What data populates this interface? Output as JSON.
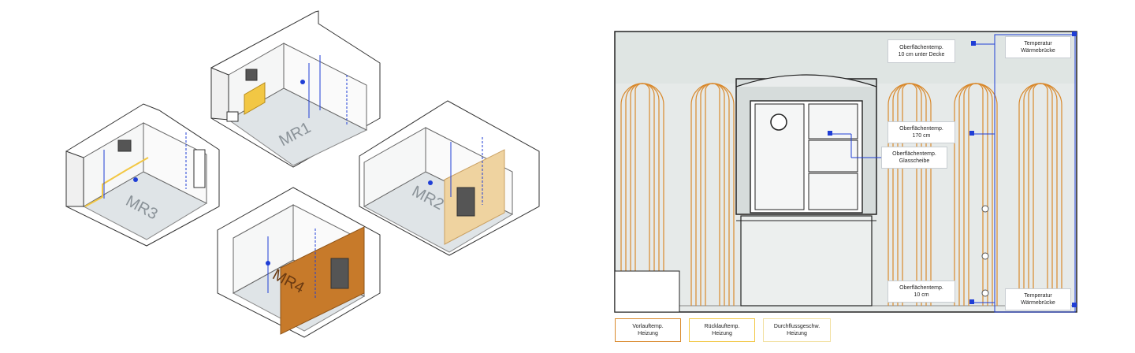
{
  "rooms": [
    {
      "id": "MR1",
      "label": "MR1"
    },
    {
      "id": "MR2",
      "label": "MR2"
    },
    {
      "id": "MR3",
      "label": "MR3"
    },
    {
      "id": "MR4",
      "label": "MR4"
    }
  ],
  "elevation": {
    "sensor_labels": {
      "ceiling": [
        "Oberflächentemp.",
        "10 cm unter Decke"
      ],
      "mid": [
        "Oberflächentemp.",
        "170 cm"
      ],
      "glass": [
        "Oberflächentemp.",
        "Glasscheibe"
      ],
      "floor": [
        "Oberflächentemp.",
        "10 cm"
      ],
      "bridge_top": [
        "Temperatur",
        "Wärmebrücke"
      ],
      "bridge_bottom": [
        "Temperatur",
        "Wärmebrücke"
      ]
    },
    "legend": {
      "supply": [
        "Vorlauftemp.",
        "Heizung"
      ],
      "return": [
        "Rücklauftemp.",
        "Heizung"
      ],
      "flow": [
        "Durchflussgeschw.",
        "Heizung"
      ]
    }
  },
  "colors": {
    "pipe": "#d9892c",
    "sensor": "#1f3ed6",
    "heated_wall_dark": "#c77a2a",
    "heated_wall_light": "#efd3a0",
    "yellow": "#f2c744",
    "floor": "#dfe4e7",
    "wall_bg": "#e6eae9"
  }
}
